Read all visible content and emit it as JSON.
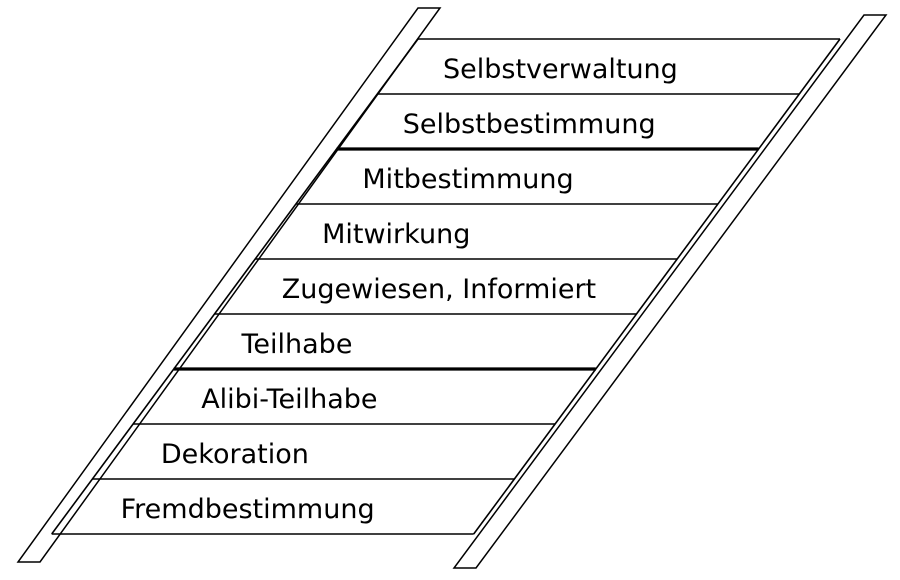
{
  "diagram": {
    "type": "participation-ladder",
    "stroke_color": "#000000",
    "background_color": "#ffffff",
    "rungs": [
      {
        "label": "Selbstverwaltung",
        "thick_bottom": false
      },
      {
        "label": "Selbstbestimmung",
        "thick_bottom": true
      },
      {
        "label": "Mitbestimmung",
        "thick_bottom": false
      },
      {
        "label": "Mitwirkung",
        "thick_bottom": false
      },
      {
        "label": "Zugewiesen, Informiert",
        "thick_bottom": false
      },
      {
        "label": "Teilhabe",
        "thick_bottom": true
      },
      {
        "label": "Alibi-Teilhabe",
        "thick_bottom": false
      },
      {
        "label": "Dekoration",
        "thick_bottom": false
      },
      {
        "label": "Fremdbestimmung",
        "thick_bottom": false
      }
    ]
  }
}
